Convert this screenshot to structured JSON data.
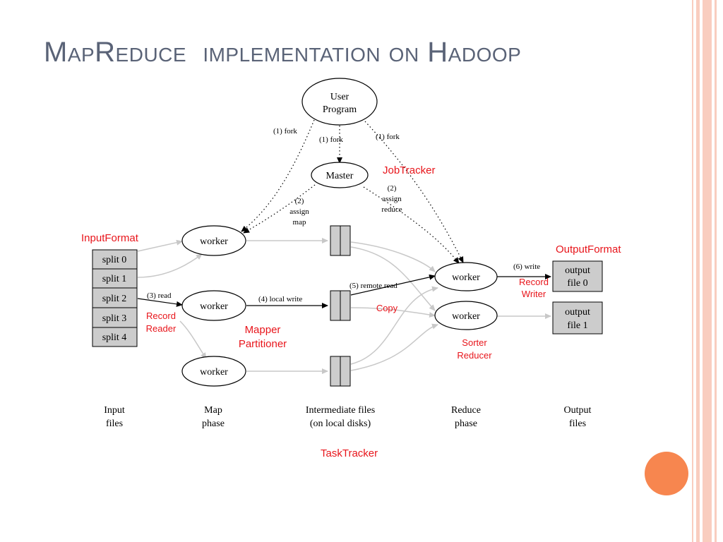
{
  "slide": {
    "title_words": [
      "MapReduce",
      "implementation on Hadoop"
    ]
  },
  "diagram": {
    "nodes": {
      "user_program": [
        "User",
        "Program"
      ],
      "master": "Master",
      "worker": "worker"
    },
    "splits": [
      "split 0",
      "split 1",
      "split 2",
      "split 3",
      "split 4"
    ],
    "outputs": [
      [
        "output",
        "file 0"
      ],
      [
        "output",
        "file 1"
      ]
    ],
    "edge_labels": {
      "fork": "(1) fork",
      "assign_map": [
        "(2)",
        "assign",
        "map"
      ],
      "assign_reduce": [
        "(2)",
        "assign",
        "reduce"
      ],
      "read": "(3) read",
      "local_write": "(4) local write",
      "remote_read": "(5) remote read",
      "write": "(6) write"
    },
    "phases": [
      [
        "Input",
        "files"
      ],
      [
        "Map",
        "phase"
      ],
      [
        "Intermediate files",
        "(on local disks)"
      ],
      [
        "Reduce",
        "phase"
      ],
      [
        "Output",
        "files"
      ]
    ],
    "hadoop_labels": {
      "job_tracker": "JobTracker",
      "input_format": "InputFormat",
      "output_format": "OutputFormat",
      "record_reader": [
        "Record",
        "Reader"
      ],
      "mapper_partitioner": [
        "Mapper",
        "Partitioner"
      ],
      "copy": "Copy",
      "sorter_reducer": [
        "Sorter",
        "Reducer"
      ],
      "record_writer": [
        "Record",
        "Writer"
      ],
      "task_tracker": "TaskTracker"
    }
  },
  "colors": {
    "title": "#5a6377",
    "annotation_red": "#e8151b",
    "accent_orange": "#f7864f",
    "stripe_peach": "#f9cdbf",
    "box_fill": "#cccccc"
  }
}
